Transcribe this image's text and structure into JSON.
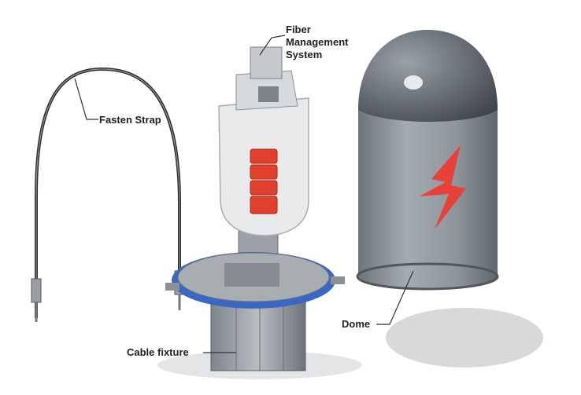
{
  "labels": {
    "fiber_management": [
      "Fiber",
      "Management",
      "System"
    ],
    "fasten_strap": "Fasten Strap",
    "dome": "Dome",
    "cable_fixture": "Cable fixture"
  },
  "colors": {
    "dome": "#8f969c",
    "lightning": "#e8413a",
    "coil": "#e0402e",
    "ring": "#3a67c4",
    "tray": "#e9eaec"
  }
}
